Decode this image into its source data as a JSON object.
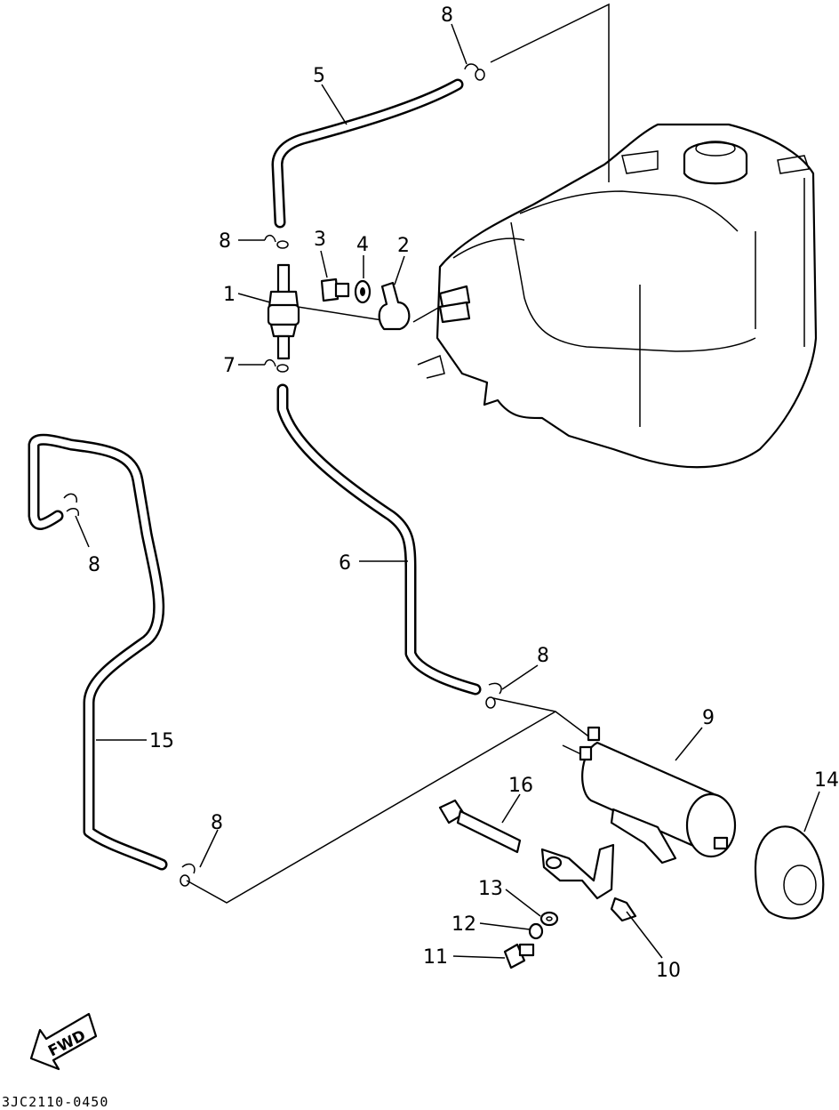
{
  "labels": {
    "p1": "1",
    "p2": "2",
    "p3": "3",
    "p4": "4",
    "p5": "5",
    "p6": "6",
    "p7": "7",
    "p8a": "8",
    "p8b": "8",
    "p8c": "8",
    "p8d": "8",
    "p8e": "8",
    "p9": "9",
    "p10": "10",
    "p11": "11",
    "p12": "12",
    "p13": "13",
    "p14": "14",
    "p15": "15",
    "p16": "16"
  },
  "fwd_arrow": "FWD",
  "drawing_code": "3JC2110-0450"
}
